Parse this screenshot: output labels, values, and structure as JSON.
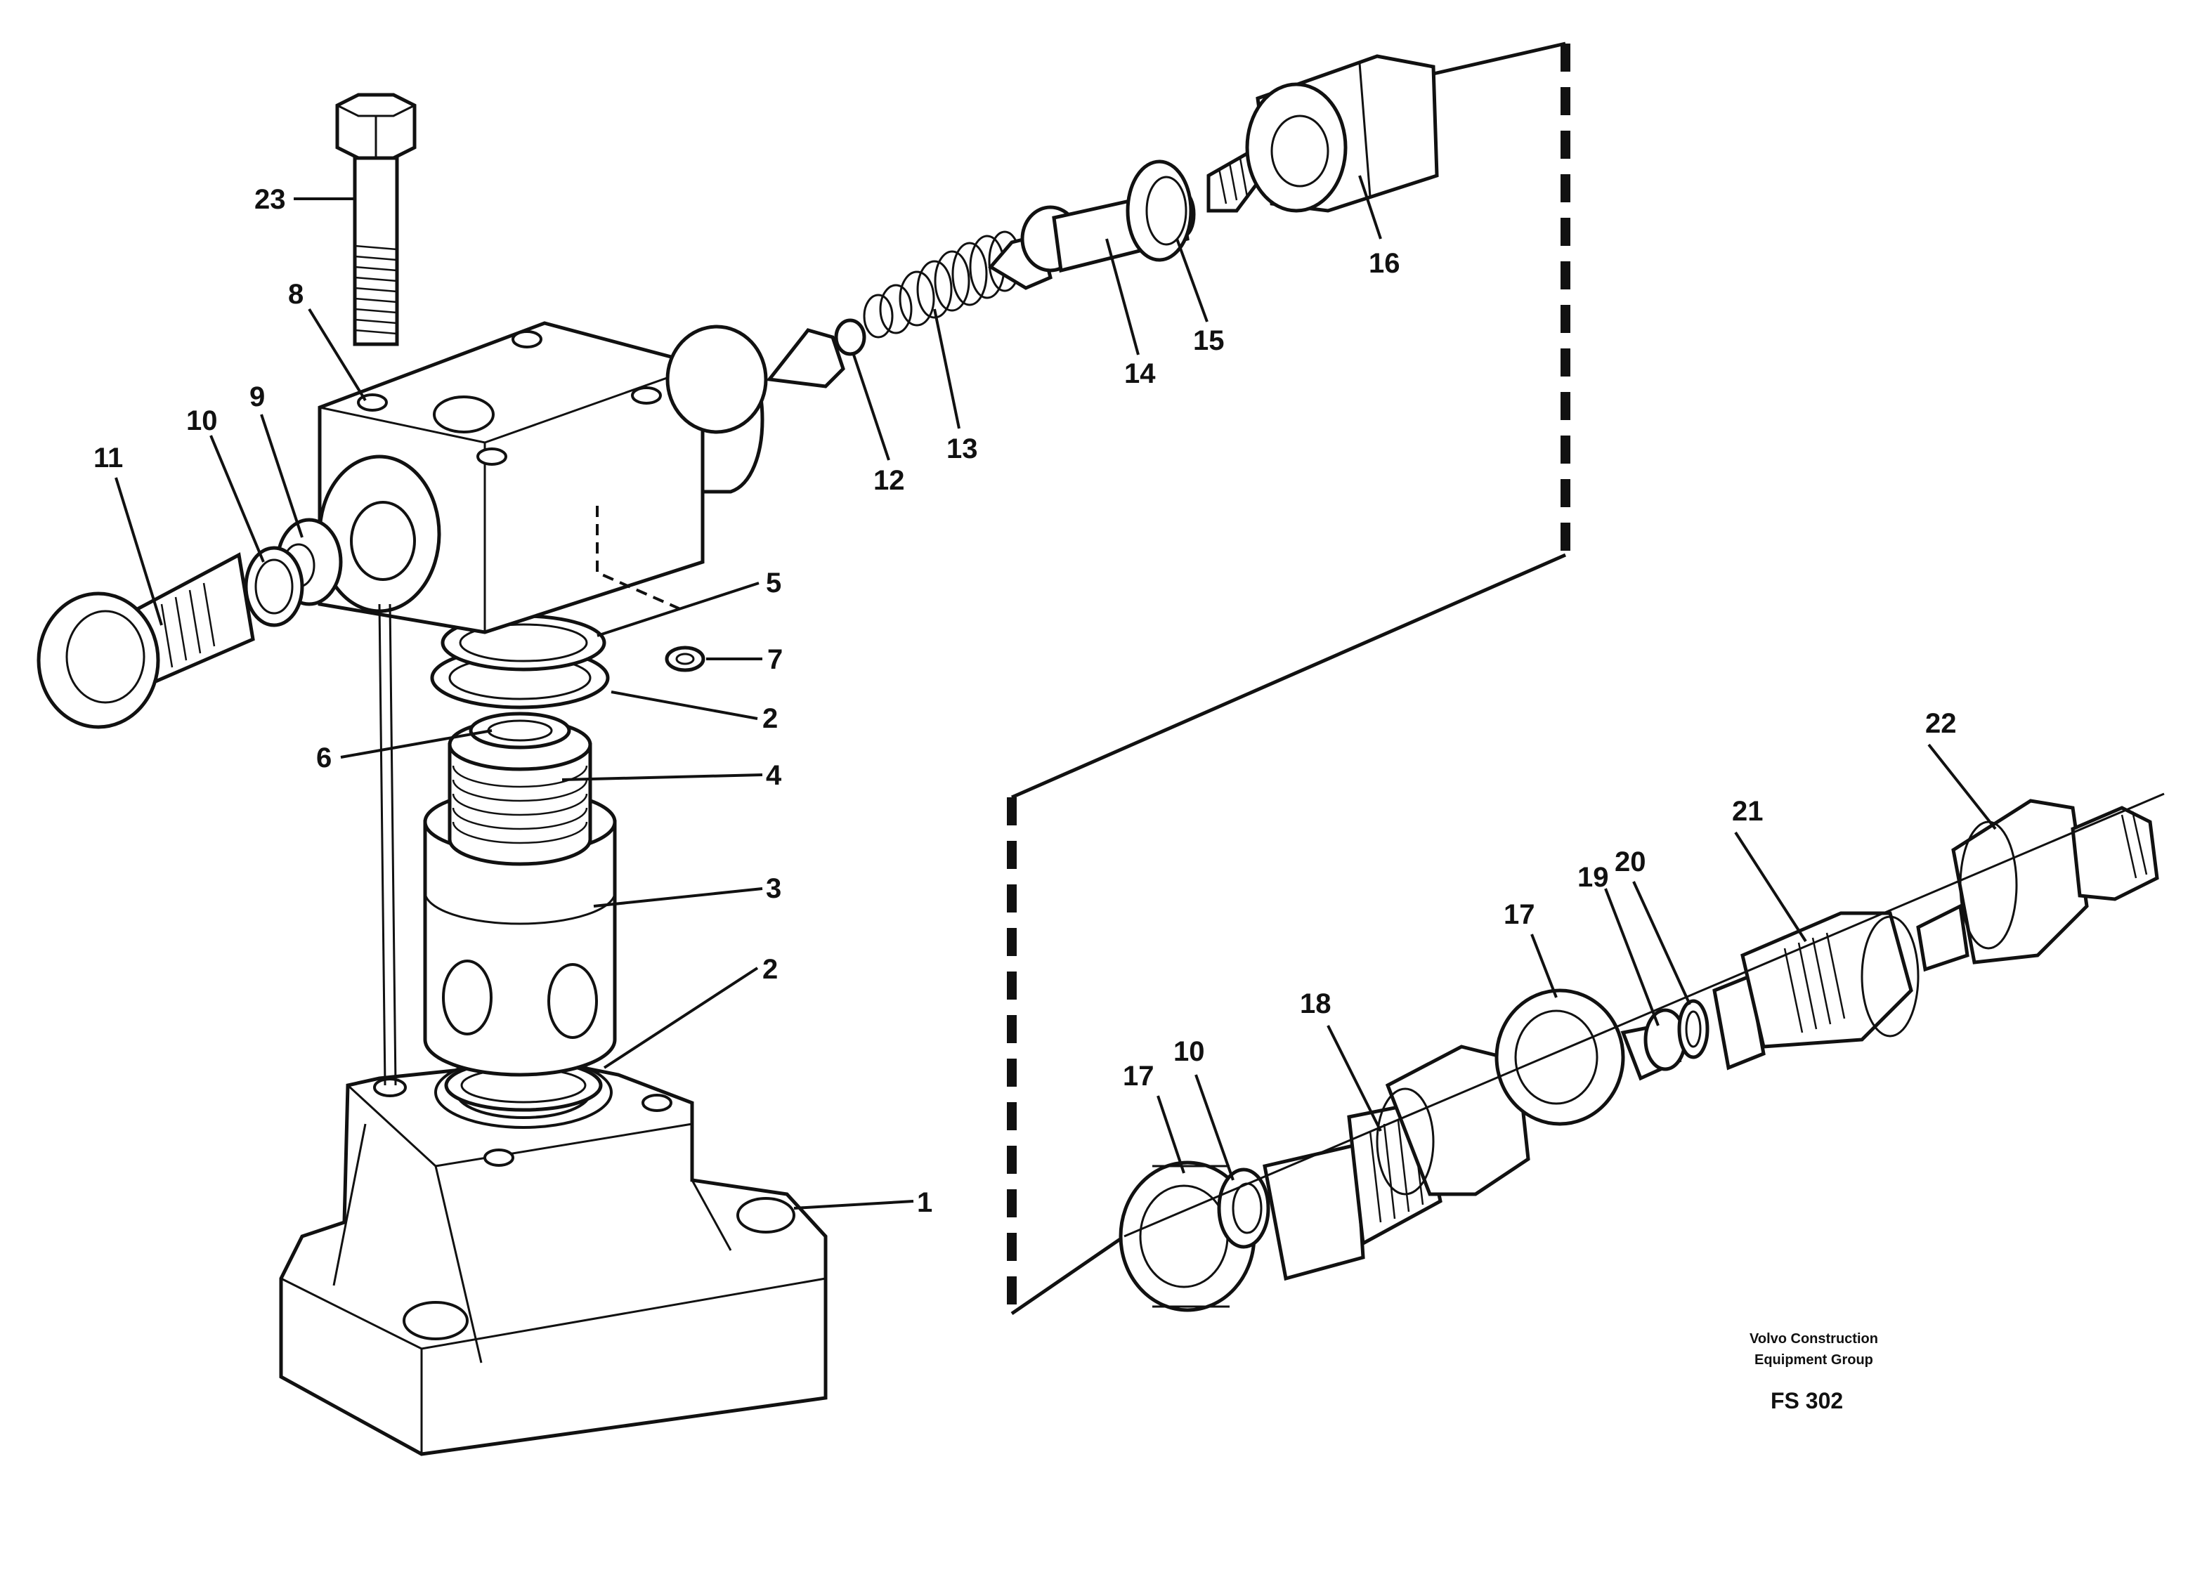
{
  "callouts": [
    {
      "id": "c1",
      "text": "1"
    },
    {
      "id": "c2a",
      "text": "2"
    },
    {
      "id": "c2b",
      "text": "2"
    },
    {
      "id": "c3",
      "text": "3"
    },
    {
      "id": "c4",
      "text": "4"
    },
    {
      "id": "c5",
      "text": "5"
    },
    {
      "id": "c6",
      "text": "6"
    },
    {
      "id": "c7",
      "text": "7"
    },
    {
      "id": "c8",
      "text": "8"
    },
    {
      "id": "c9",
      "text": "9"
    },
    {
      "id": "c10a",
      "text": "10"
    },
    {
      "id": "c10b",
      "text": "10"
    },
    {
      "id": "c11",
      "text": "11"
    },
    {
      "id": "c12",
      "text": "12"
    },
    {
      "id": "c13",
      "text": "13"
    },
    {
      "id": "c14",
      "text": "14"
    },
    {
      "id": "c15",
      "text": "15"
    },
    {
      "id": "c16",
      "text": "16"
    },
    {
      "id": "c17a",
      "text": "17"
    },
    {
      "id": "c17b",
      "text": "17"
    },
    {
      "id": "c18",
      "text": "18"
    },
    {
      "id": "c19",
      "text": "19"
    },
    {
      "id": "c20",
      "text": "20"
    },
    {
      "id": "c21",
      "text": "21"
    },
    {
      "id": "c22",
      "text": "22"
    },
    {
      "id": "c23",
      "text": "23"
    }
  ],
  "credit": {
    "line1": "Volvo Construction",
    "line2": "Equipment Group",
    "code": "FS 302"
  }
}
